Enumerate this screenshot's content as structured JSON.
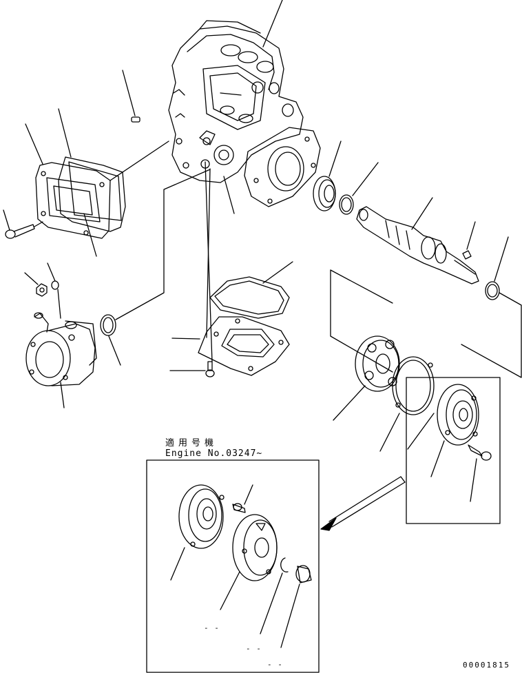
{
  "inset": {
    "title_jp": "適用号機",
    "engine_label": "Engine No.03247~"
  },
  "footer": {
    "drawing_number": "00001815"
  },
  "leaders": {
    "dash_a": "- -",
    "dash_b": "- -",
    "dash_c": "- -"
  },
  "colors": {
    "ink": "#000000",
    "paper": "#ffffff"
  }
}
